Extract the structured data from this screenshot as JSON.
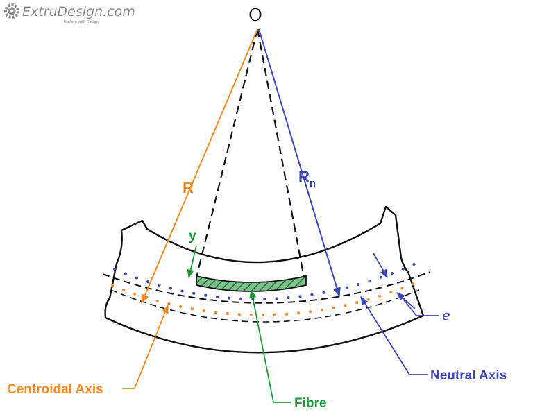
{
  "brand": {
    "name": "ExtruDesign.com",
    "tagline": "Explore with Design"
  },
  "labels": {
    "origin": "O",
    "radius_centroid": "R",
    "radius_neutral_base": "R",
    "radius_neutral_sub": "n",
    "distance_y": "y",
    "eccentricity": "e",
    "centroidal_axis": "Centroidal Axis",
    "neutral_axis": "Neutral Axis",
    "fibre": "Fibre"
  },
  "colors": {
    "outline": "#111111",
    "centroidal": "#f08c2a",
    "neutral": "#3d46b4",
    "fibre": "#1f9a3a",
    "fibre_fill": "#3e8a52",
    "brand": "#8a8a8a"
  },
  "icons": {
    "brand_logo": "gear-icon"
  }
}
